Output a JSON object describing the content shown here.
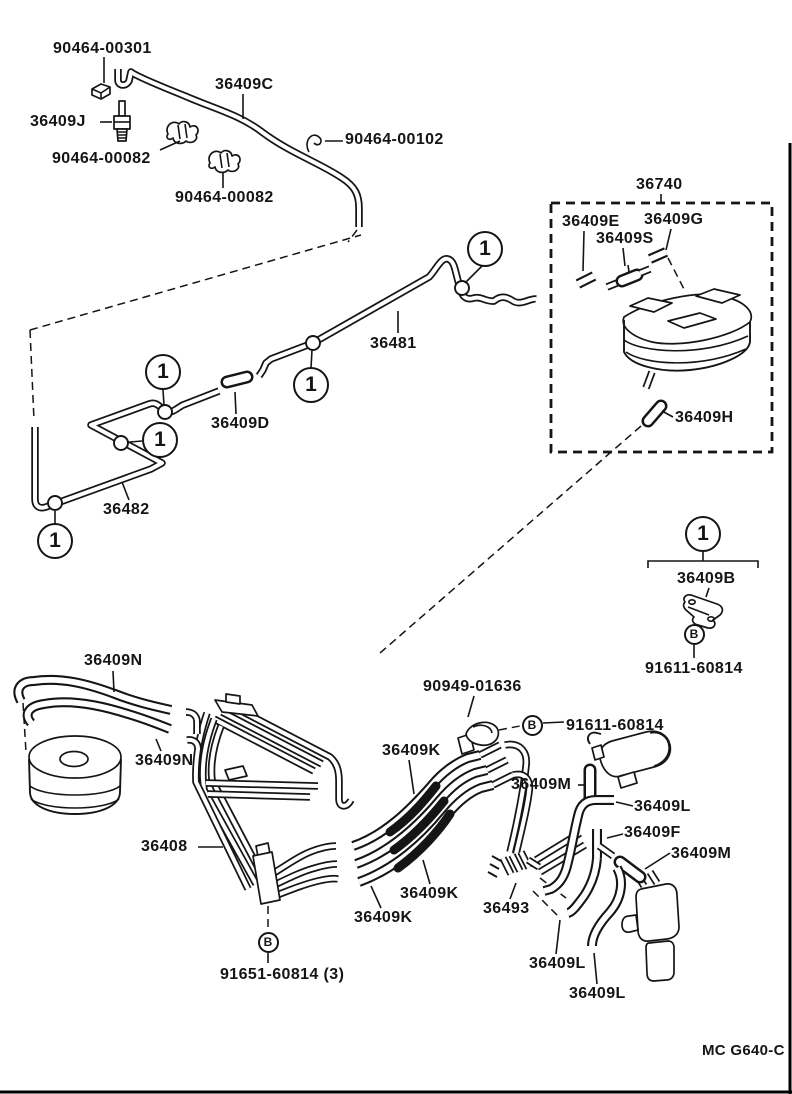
{
  "page": {
    "catalog_code": "MC G640-C"
  },
  "colors": {
    "ink": "#151515",
    "paper": "#ffffff"
  },
  "callouts": {
    "number_symbol": "1",
    "letter_symbol": "B"
  },
  "labels": [
    "90464-00301",
    "36409C",
    "36409J",
    "90464-00082",
    "90464-00082",
    "90464-00102",
    "36740",
    "36409E",
    "36409G",
    "36409S",
    "36409H",
    "36481",
    "36409D",
    "36482",
    "36409B",
    "91611-60814",
    "36409N",
    "36409N",
    "90949-01636",
    "91611-60814",
    "36409K",
    "36409M",
    "36409L",
    "36409F",
    "36409M",
    "36408",
    "36409K",
    "36409K",
    "36493",
    "36409L",
    "36409L",
    "91651-60814 (3)"
  ],
  "callout_markers": {
    "numbers": [
      "1",
      "1",
      "1",
      "1",
      "1",
      "1"
    ],
    "letters": [
      "B",
      "B",
      "B"
    ]
  }
}
